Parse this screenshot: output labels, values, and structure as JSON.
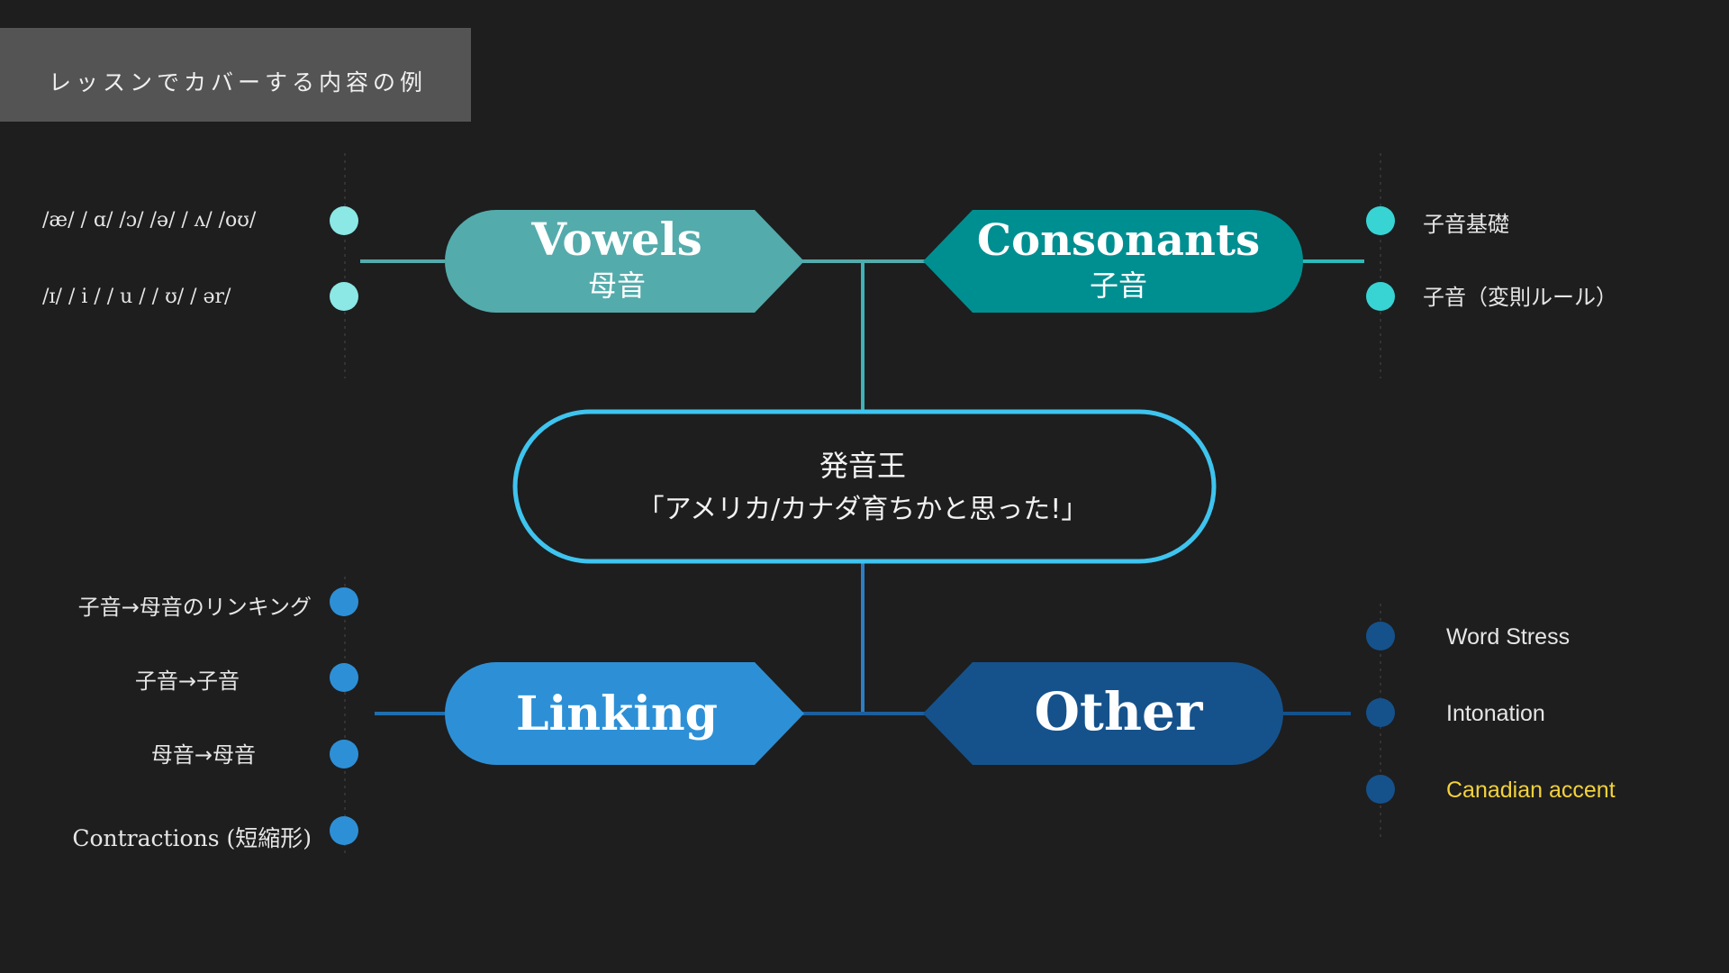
{
  "header": {
    "title": "レッスンでカバーする内容の例"
  },
  "colors": {
    "background": "#1e1e1f",
    "vowels": "#54abab",
    "consonants": "#008f91",
    "linking": "#2d90d6",
    "other": "#15528c",
    "center_border": "#3ec4ee",
    "highlight_text": "#f3d23a"
  },
  "center": {
    "line1": "発音王",
    "line2": "「アメリカ/カナダ育ちかと思った!」"
  },
  "nodes": {
    "vowels": {
      "title": "Vowels",
      "subtitle": "母音"
    },
    "consonants": {
      "title": "Consonants",
      "subtitle": "子音"
    },
    "linking": {
      "title": "Linking",
      "subtitle": ""
    },
    "other": {
      "title": "Other",
      "subtitle": ""
    }
  },
  "vowels_items": [
    {
      "label": "/æ/   / ɑ/   /ɔ/   /ə/ / ʌ/  /oʊ/"
    },
    {
      "label": "/ɪ/    / i /    / u /    / ʊ/    / ər/"
    }
  ],
  "consonants_items": [
    {
      "label": "子音基礎"
    },
    {
      "label": "子音（変則ルール）"
    }
  ],
  "linking_items": [
    {
      "label": "子音→母音のリンキング"
    },
    {
      "label": "子音→子音"
    },
    {
      "label": "母音→母音"
    },
    {
      "label": "Contractions (短縮形)"
    }
  ],
  "other_items": [
    {
      "label": "Word Stress"
    },
    {
      "label": "Intonation"
    },
    {
      "label": "Canadian accent"
    }
  ]
}
